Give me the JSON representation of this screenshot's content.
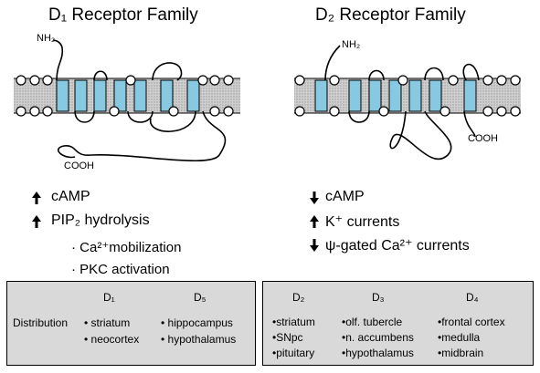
{
  "d1": {
    "title": "D₁ Receptor Family",
    "nterm": "NH₂",
    "cterm": "COOH",
    "effects": [
      {
        "arrow": "🡅",
        "text": "cAMP"
      },
      {
        "arrow": "🡅",
        "text": "PIP₂ hydrolysis"
      }
    ],
    "sub_effects": [
      "· Ca²⁺mobilization",
      "· PKC activation"
    ],
    "table": {
      "row_label": "Distribution",
      "subtypes": [
        {
          "name": "D₁",
          "regions": [
            "• striatum",
            "• neocortex"
          ]
        },
        {
          "name": "D₅",
          "regions": [
            "• hippocampus",
            "• hypothalamus"
          ]
        }
      ]
    }
  },
  "d2": {
    "title": "D₂ Receptor Family",
    "nterm": "NH₂",
    "cterm": "COOH",
    "effects": [
      {
        "arrow": "down",
        "text": "cAMP"
      },
      {
        "arrow": "up",
        "text": "K⁺ currents"
      },
      {
        "arrow": "down",
        "text": "ψ-gated Ca²⁺ currents"
      }
    ],
    "table": {
      "subtypes": [
        {
          "name": "D₂",
          "regions": [
            "•striatum",
            "•SNpc",
            "•pituitary"
          ]
        },
        {
          "name": "D₃",
          "regions": [
            "•olf. tubercle",
            "•n. accumbens",
            "•hypothalamus"
          ]
        },
        {
          "name": "D₄",
          "regions": [
            "•frontal cortex",
            "•medulla",
            "•midbrain"
          ]
        }
      ]
    }
  },
  "colors": {
    "membrane": "#c8c8c8",
    "helix": "#88c8e0",
    "box": "#d9d9d9"
  }
}
